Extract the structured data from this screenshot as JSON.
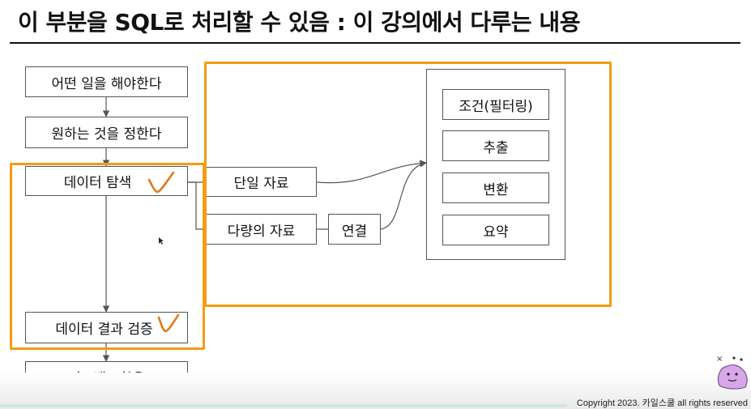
{
  "slide": {
    "title": "이 부분을 SQL로 처리할 수 있음 : 이 강의에서 다루는 내용",
    "copyright": "Copyright 2023. 카일스쿨 all rights reserved"
  },
  "flow": {
    "step1": "어떤 일을 해야한다",
    "step2": "원하는 것을 정한다",
    "step3": "데이터 탐색",
    "step4": "데이터 결과 검증",
    "step5": "피드백 / 활용"
  },
  "branches": {
    "single": "단일 자료",
    "multiple": "다량의 자료",
    "join": "연결"
  },
  "operations": {
    "filter": "조건(필터링)",
    "extract": "추출",
    "transform": "변환",
    "summarize": "요약"
  },
  "colors": {
    "highlight": "#f39c12",
    "line": "#555555",
    "checkmark": "#e07b16"
  }
}
